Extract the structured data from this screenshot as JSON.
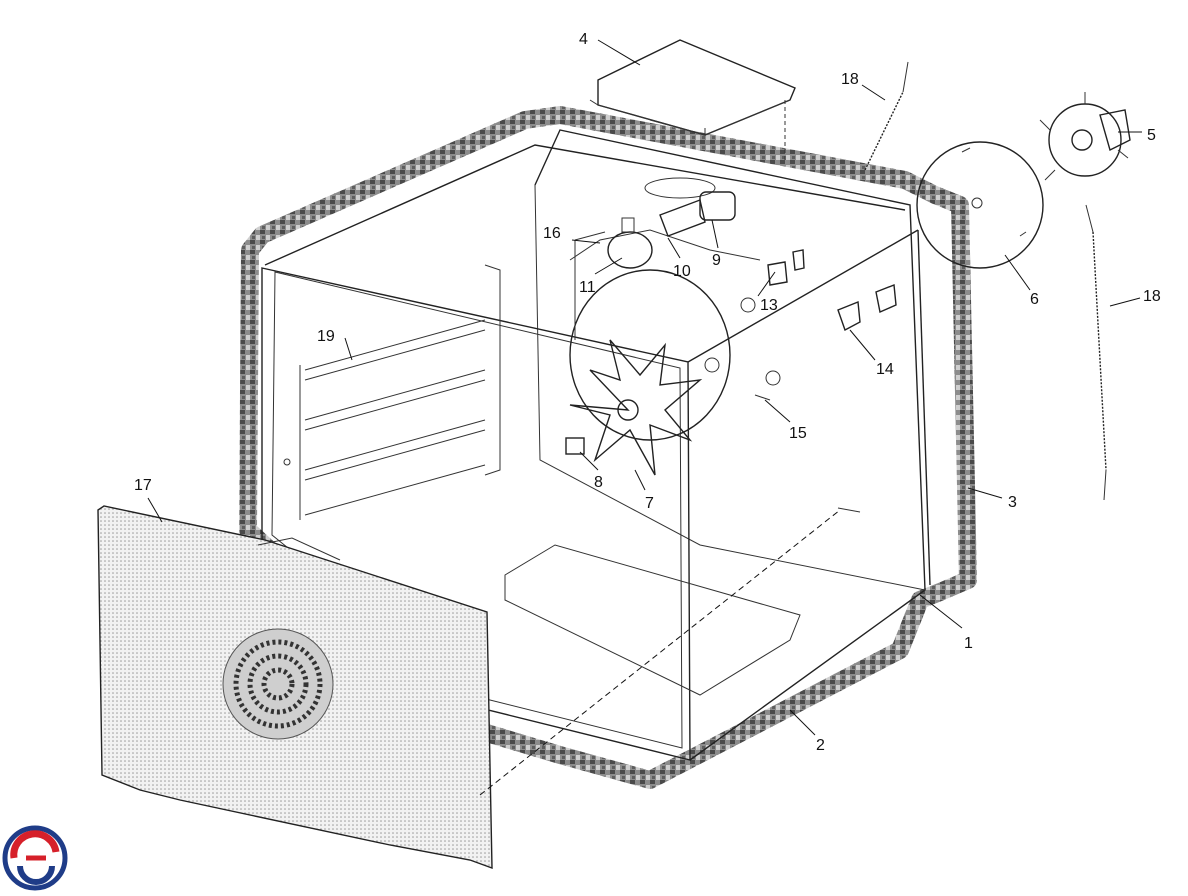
{
  "diagram": {
    "callouts": [
      {
        "id": "c1",
        "label": "1"
      },
      {
        "id": "c2",
        "label": "2"
      },
      {
        "id": "c3",
        "label": "3"
      },
      {
        "id": "c4",
        "label": "4"
      },
      {
        "id": "c5",
        "label": "5"
      },
      {
        "id": "c6",
        "label": "6"
      },
      {
        "id": "c7",
        "label": "7"
      },
      {
        "id": "c8",
        "label": "8"
      },
      {
        "id": "c9",
        "label": "9"
      },
      {
        "id": "c10",
        "label": "10"
      },
      {
        "id": "c11",
        "label": "11"
      },
      {
        "id": "c13",
        "label": "13"
      },
      {
        "id": "c14",
        "label": "14"
      },
      {
        "id": "c15",
        "label": "15"
      },
      {
        "id": "c16",
        "label": "16"
      },
      {
        "id": "c17",
        "label": "17"
      },
      {
        "id": "c18a",
        "label": "18"
      },
      {
        "id": "c18b",
        "label": "18"
      },
      {
        "id": "c19",
        "label": "19"
      }
    ]
  },
  "colors": {
    "line": "#222222",
    "insulation": "#6e6e6e",
    "panel_fill": "#d9d9d9",
    "logo_red": "#d6202a",
    "logo_blue": "#1f3c88"
  }
}
